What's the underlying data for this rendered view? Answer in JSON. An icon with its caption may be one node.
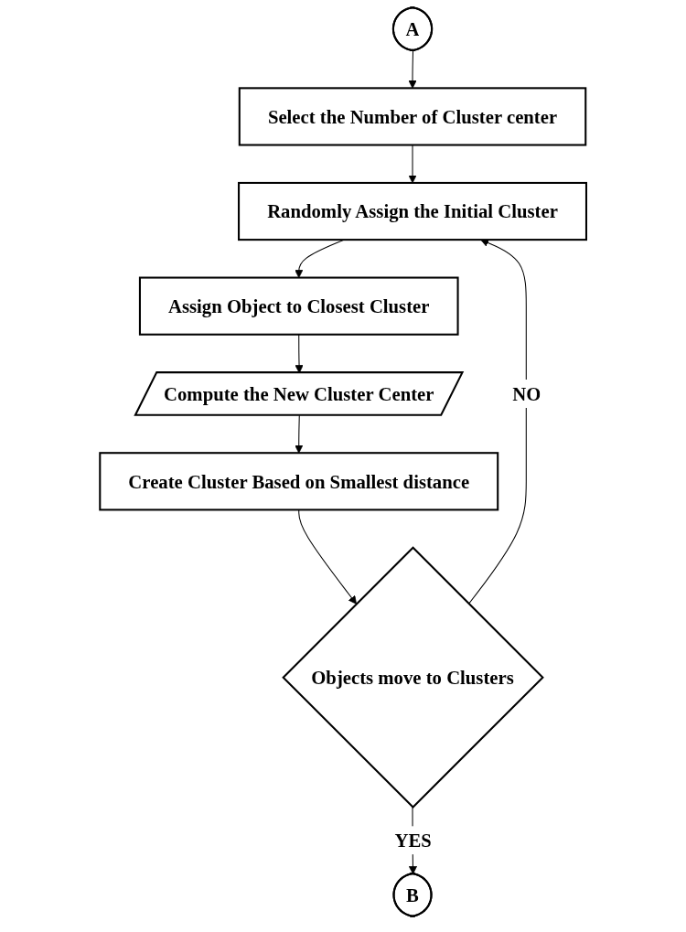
{
  "diagram": {
    "nodes": [
      {
        "text": [
          "A"
        ]
      },
      {
        "text": [
          "Select the Number of Cluster center"
        ]
      },
      {
        "text": [
          "Randomly Assign the Initial Cluster"
        ]
      },
      {
        "text": [
          "Assign Object to Closest Cluster"
        ]
      },
      {
        "text": [
          "Compute the New Cluster Center"
        ]
      },
      {
        "text": [
          "Create Cluster Based on Smallest distance"
        ]
      },
      {
        "text": [
          "Objects move to Clusters"
        ]
      },
      {
        "text": [
          "B"
        ]
      }
    ],
    "edges": [
      {
        "from": 0,
        "to": 1,
        "arrow": "to"
      },
      {
        "from": 1,
        "to": 2,
        "arrow": "to"
      },
      {
        "from": 2,
        "to": 3,
        "arrow": "to"
      },
      {
        "from": 3,
        "to": 4,
        "arrow": "to"
      },
      {
        "from": 4,
        "to": 5,
        "arrow": "to"
      },
      {
        "from": 5,
        "to": 6,
        "arrow": "to"
      },
      {
        "from": 6,
        "to": 2,
        "arrow": "to",
        "label": "NO"
      },
      {
        "from": 6,
        "to": 7,
        "arrow": "to",
        "label": "YES"
      }
    ]
  }
}
